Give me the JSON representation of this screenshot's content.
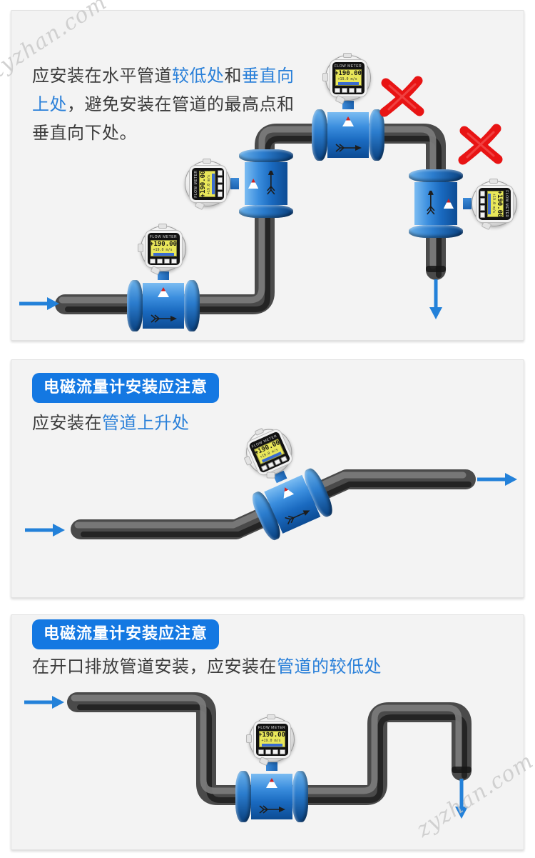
{
  "watermark": "zyzhan.com",
  "colors": {
    "accent_blue": "#2a80d9",
    "badge_blue": "#1478e2",
    "error_red": "#e81414",
    "pipe_gray": "#4a4a4a",
    "meter_blue": "#2b7ccd",
    "lcd_yellow": "#e9e75a"
  },
  "panel1": {
    "lines": [
      [
        {
          "text": "应安装在水平管道",
          "style": "dark"
        },
        {
          "text": "较低处",
          "style": "blue"
        },
        {
          "text": "和",
          "style": "dark"
        },
        {
          "text": "垂直向",
          "style": "blue"
        }
      ],
      [
        {
          "text": "上处",
          "style": "blue"
        },
        {
          "text": "，避免安装在管道的最高点和",
          "style": "dark"
        }
      ],
      [
        {
          "text": "垂直向下处。",
          "style": "dark"
        }
      ]
    ]
  },
  "panel2": {
    "badge": "电磁流量计安装应注意",
    "subtitle": [
      {
        "text": "应安装在",
        "style": "dark"
      },
      {
        "text": "管道上升处",
        "style": "blue"
      }
    ]
  },
  "panel3": {
    "badge": "电磁流量计安装应注意",
    "subtitle": [
      {
        "text": "在开口排放管道安装，应安装在",
        "style": "dark"
      },
      {
        "text": "管道的较低处",
        "style": "blue"
      }
    ]
  },
  "meter": {
    "brand": "FLOW METER",
    "lcd_line1": "+190.00",
    "lcd_line2": "+19.0 m/s"
  }
}
